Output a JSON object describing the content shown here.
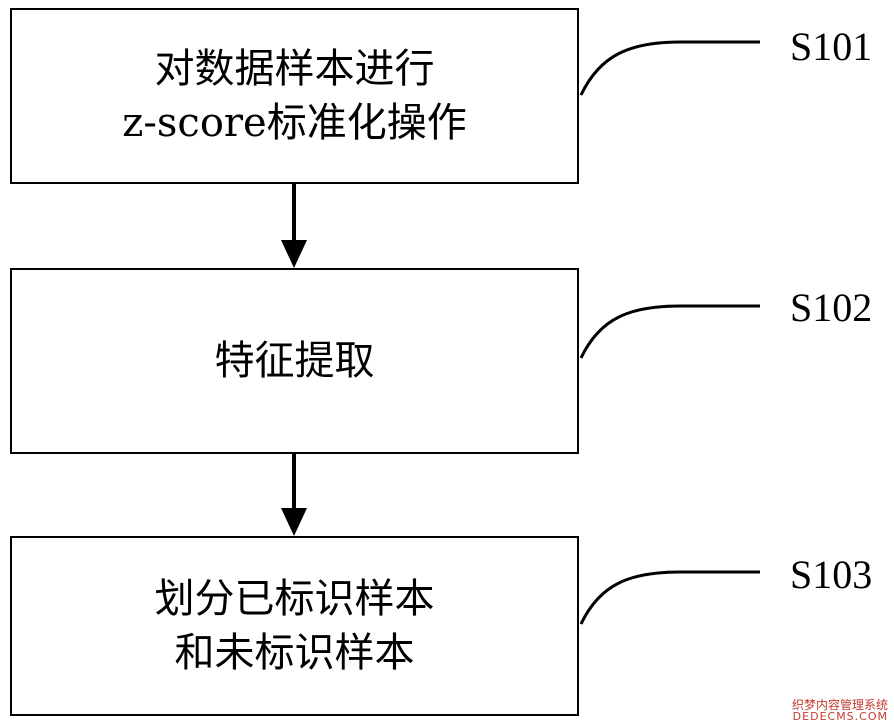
{
  "steps": [
    {
      "id": "S101",
      "lines": [
        "对数据样本进行",
        "z-score标准化操作"
      ]
    },
    {
      "id": "S102",
      "lines": [
        "特征提取"
      ]
    },
    {
      "id": "S103",
      "lines": [
        "划分已标识样本",
        "和未标识样本"
      ]
    }
  ],
  "watermark": {
    "line1": "织梦内容管理系统",
    "line2": "DEDECMS.COM"
  },
  "colors": {
    "stroke": "#000000",
    "background": "#ffffff",
    "watermark": "#c43c2e"
  }
}
